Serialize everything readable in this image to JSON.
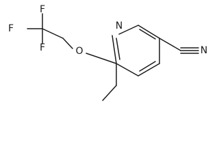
{
  "molecule": {
    "atoms": {
      "f_top": "F",
      "f_left": "F",
      "f_bottom": "F",
      "ether_oxygen": "O",
      "ring_nitrogen": "N",
      "nitrile_nitrogen": "N"
    }
  }
}
